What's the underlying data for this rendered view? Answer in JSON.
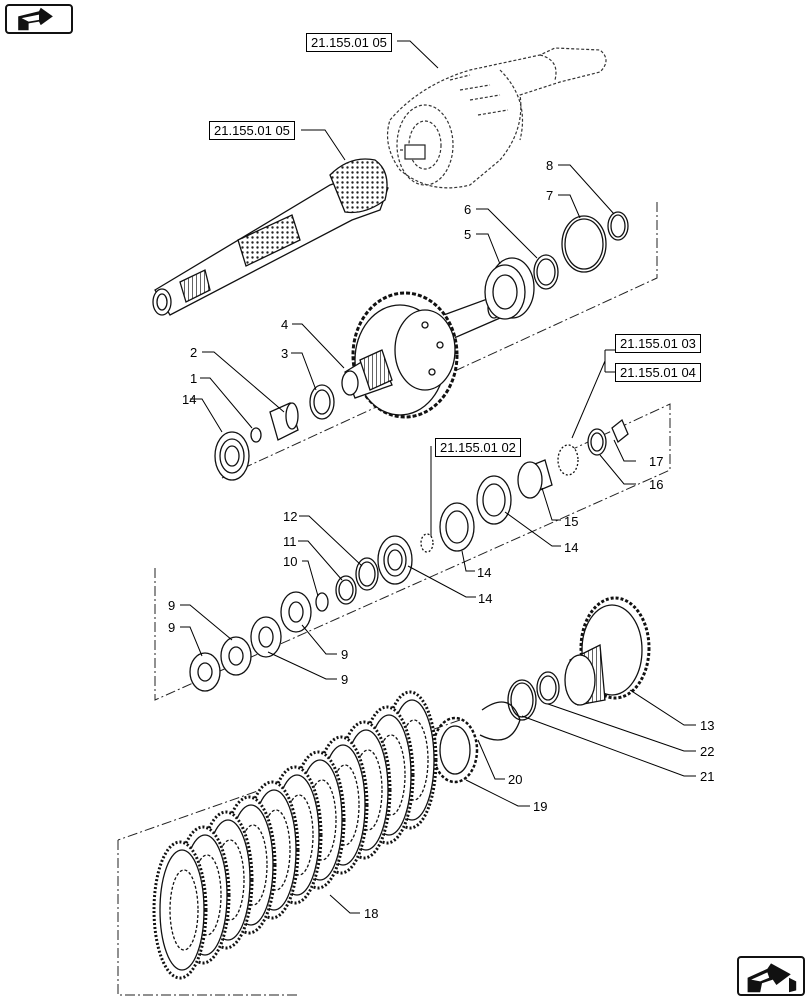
{
  "navigation": {
    "back_icon": "back-arrow-icon",
    "forward_icon": "forward-arrow-icon"
  },
  "references": {
    "ref_shaft_upper": "21.155.01 05",
    "ref_shaft_lower": "21.155.01 05",
    "ref_group_a": "21.155.01 03",
    "ref_group_b": "21.155.01 04",
    "ref_group_c": "21.155.01 02"
  },
  "callouts": {
    "c1": "1",
    "c2": "2",
    "c3": "3",
    "c4": "4",
    "c5": "5",
    "c6": "6",
    "c7": "7",
    "c8": "8",
    "c9a": "9",
    "c9b": "9",
    "c9c": "9",
    "c9d": "9",
    "c10": "10",
    "c11": "11",
    "c12": "12",
    "c13": "13",
    "c14a": "14",
    "c14b": "14",
    "c14c": "14",
    "c14d": "14",
    "c15": "15",
    "c16": "16",
    "c17": "17",
    "c18": "18",
    "c19": "19",
    "c20": "20",
    "c21": "21",
    "c22": "22"
  }
}
